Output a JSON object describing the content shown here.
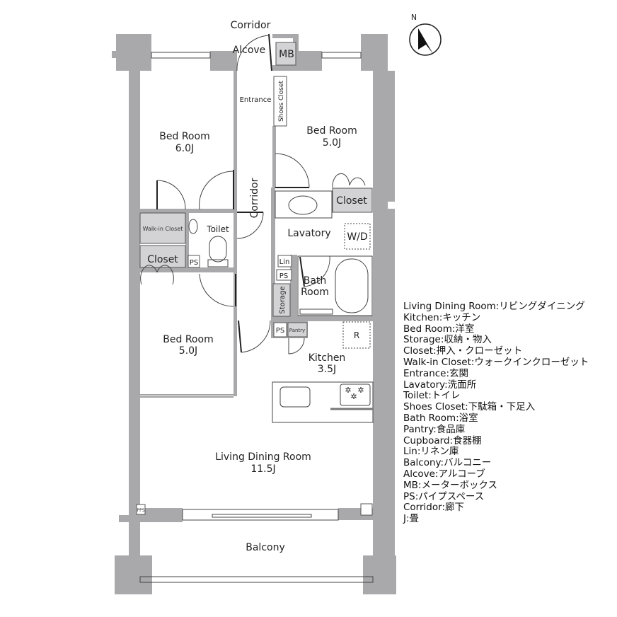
{
  "rooms": {
    "corridor_top": "Corridor",
    "alcove": "Alcove",
    "mb": "MB",
    "entrance": "Entrance",
    "shoes_closet": "Shoes Closet",
    "bed1": {
      "name": "Bed Room",
      "size": "6.0J"
    },
    "bed2": {
      "name": "Bed Room",
      "size": "5.0J"
    },
    "bed3": {
      "name": "Bed Room",
      "size": "5.0J"
    },
    "corridor": "Corridor",
    "closet_right": "Closet",
    "walkin": "Walk-in Closet",
    "closet_left": "Closet",
    "toilet": "Toilet",
    "ps1": "PS",
    "ps2": "PS",
    "ps3": "PS",
    "pps": "PPS",
    "lavatory": "Lavatory",
    "wd": "W/D",
    "lin": "Lin",
    "bath": {
      "line1": "Bath",
      "line2": "Room"
    },
    "storage": "Storage",
    "pantry": "Pantry",
    "fridge": "R",
    "kitchen": {
      "name": "Kitchen",
      "size": "3.5J"
    },
    "ldr": {
      "name": "Living Dining Room",
      "size": "11.5J"
    },
    "balcony": "Balcony"
  },
  "compass": {
    "label": "N",
    "icon": "north-arrow-icon"
  },
  "colors": {
    "wall": "#a9a9ab",
    "storage_fill": "#d3d3d5"
  },
  "legend": [
    "Living Dining Room:リビングダイニング",
    "Kitchen:キッチン",
    "Bed Room:洋室",
    "Storage:収納・物入",
    "Closet:押入・クローゼット",
    "Walk-in Closet:ウォークインクローゼット",
    "Entrance:玄関",
    "Lavatory:洗面所",
    "Toilet:トイレ",
    "Shoes Closet:下駄箱・下足入",
    "Bath Room:浴室",
    "Pantry:食品庫",
    "Cupboard:食器棚",
    "Lin:リネン庫",
    "Balcony:バルコニー",
    "Alcove:アルコーブ",
    "MB:メーターボックス",
    "PS:パイプスペース",
    "Corridor:廊下",
    "J:畳"
  ]
}
